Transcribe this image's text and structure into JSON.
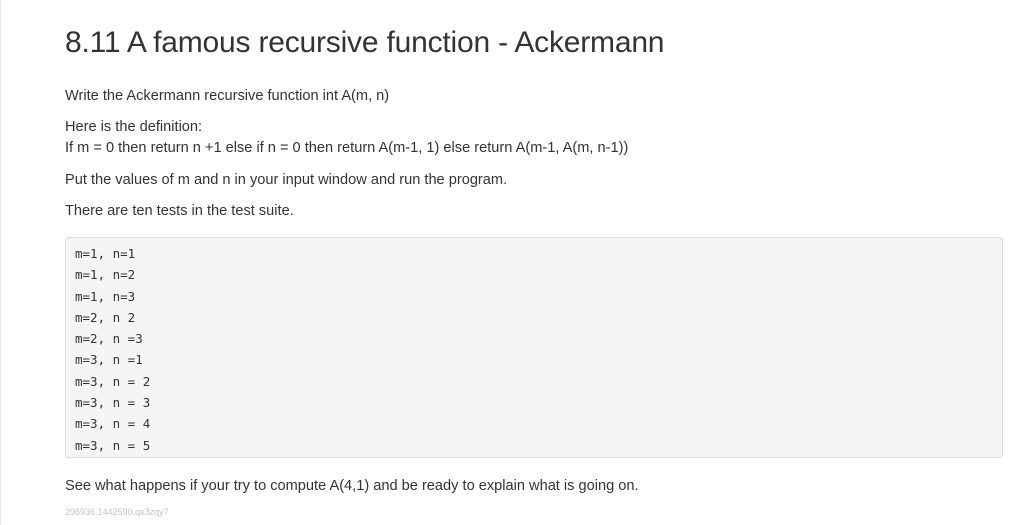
{
  "page": {
    "title": "8.11 A famous recursive function - Ackermann"
  },
  "instructions": {
    "line1": "Write the Ackermann recursive function int A(m, n)",
    "line2": "Here is the definition:",
    "line3": "If m = 0 then return n +1 else if n = 0 then return A(m-1, 1) else return A(m-1, A(m, n-1))",
    "line4": "Put the values of m and n in your input window and run the program.",
    "line5": "There are ten tests in the test suite."
  },
  "tests": [
    "m=1, n=1",
    "m=1, n=2",
    "m=1, n=3",
    "m=2, n 2",
    "m=2, n =3",
    "m=3, n =1",
    "m=3, n = 2",
    "m=3, n = 3",
    "m=3, n = 4",
    "m=3, n = 5"
  ],
  "closing": "See what happens if your try to compute A(4,1) and be ready to explain what is going on.",
  "footer": {
    "id": "296936.1442590.qx3zqy7"
  },
  "colors": {
    "text": "#333333",
    "code_background": "#f5f5f5",
    "code_border": "#dcdcdc",
    "footer_text": "#c4c4c4"
  }
}
